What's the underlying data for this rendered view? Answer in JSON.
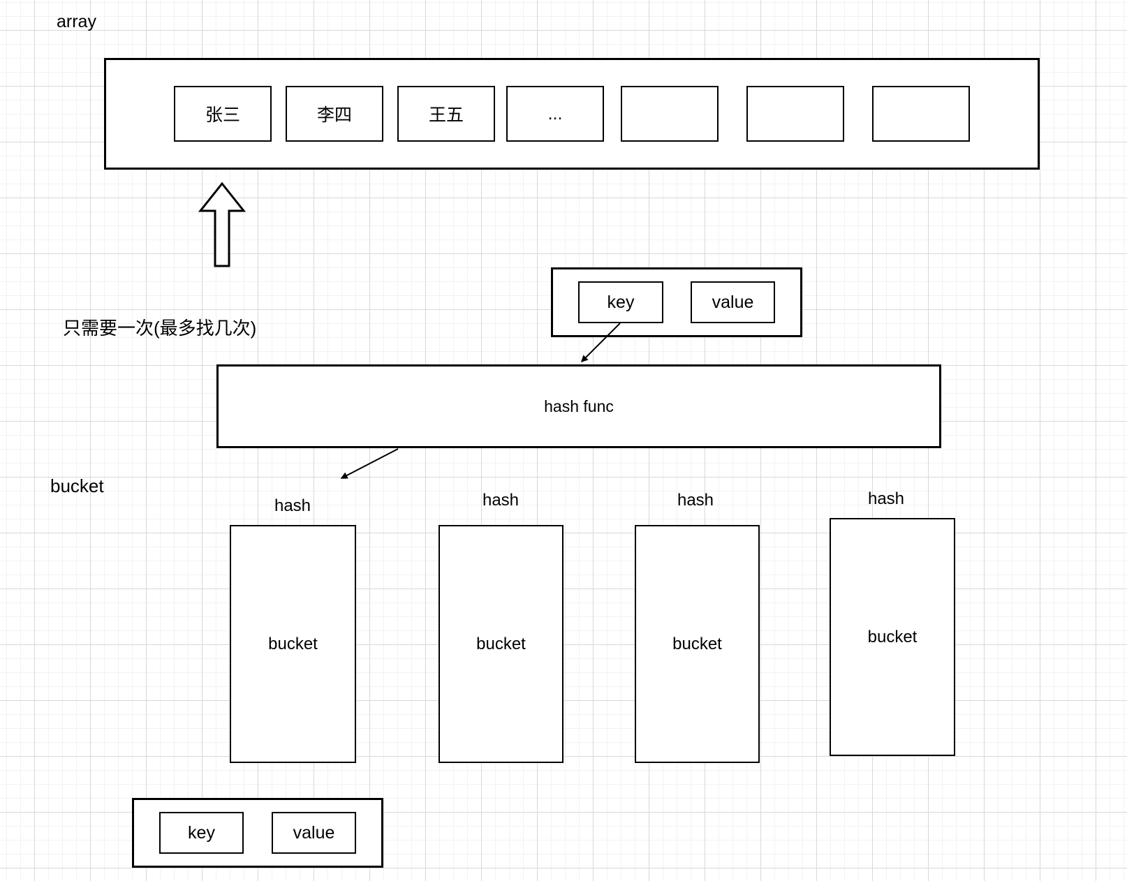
{
  "labels": {
    "array": "array",
    "note": "只需要一次(最多找几次)",
    "bucket_section": "bucket"
  },
  "array": {
    "cells": [
      "张三",
      "李四",
      "王五",
      "...",
      "",
      "",
      ""
    ]
  },
  "kv_top": {
    "key_label": "key",
    "value_label": "value"
  },
  "hash_func": {
    "label": "hash func"
  },
  "buckets": [
    {
      "hash_label": "hash",
      "label": "bucket"
    },
    {
      "hash_label": "hash",
      "label": "bucket"
    },
    {
      "hash_label": "hash",
      "label": "bucket"
    },
    {
      "hash_label": "hash",
      "label": "bucket"
    }
  ],
  "kv_bottom": {
    "key_label": "key",
    "value_label": "value"
  },
  "colors": {
    "stroke": "#000000",
    "background": "#ffffff",
    "grid_minor": "#f2f2f2",
    "grid_major": "#d8d8d8"
  }
}
